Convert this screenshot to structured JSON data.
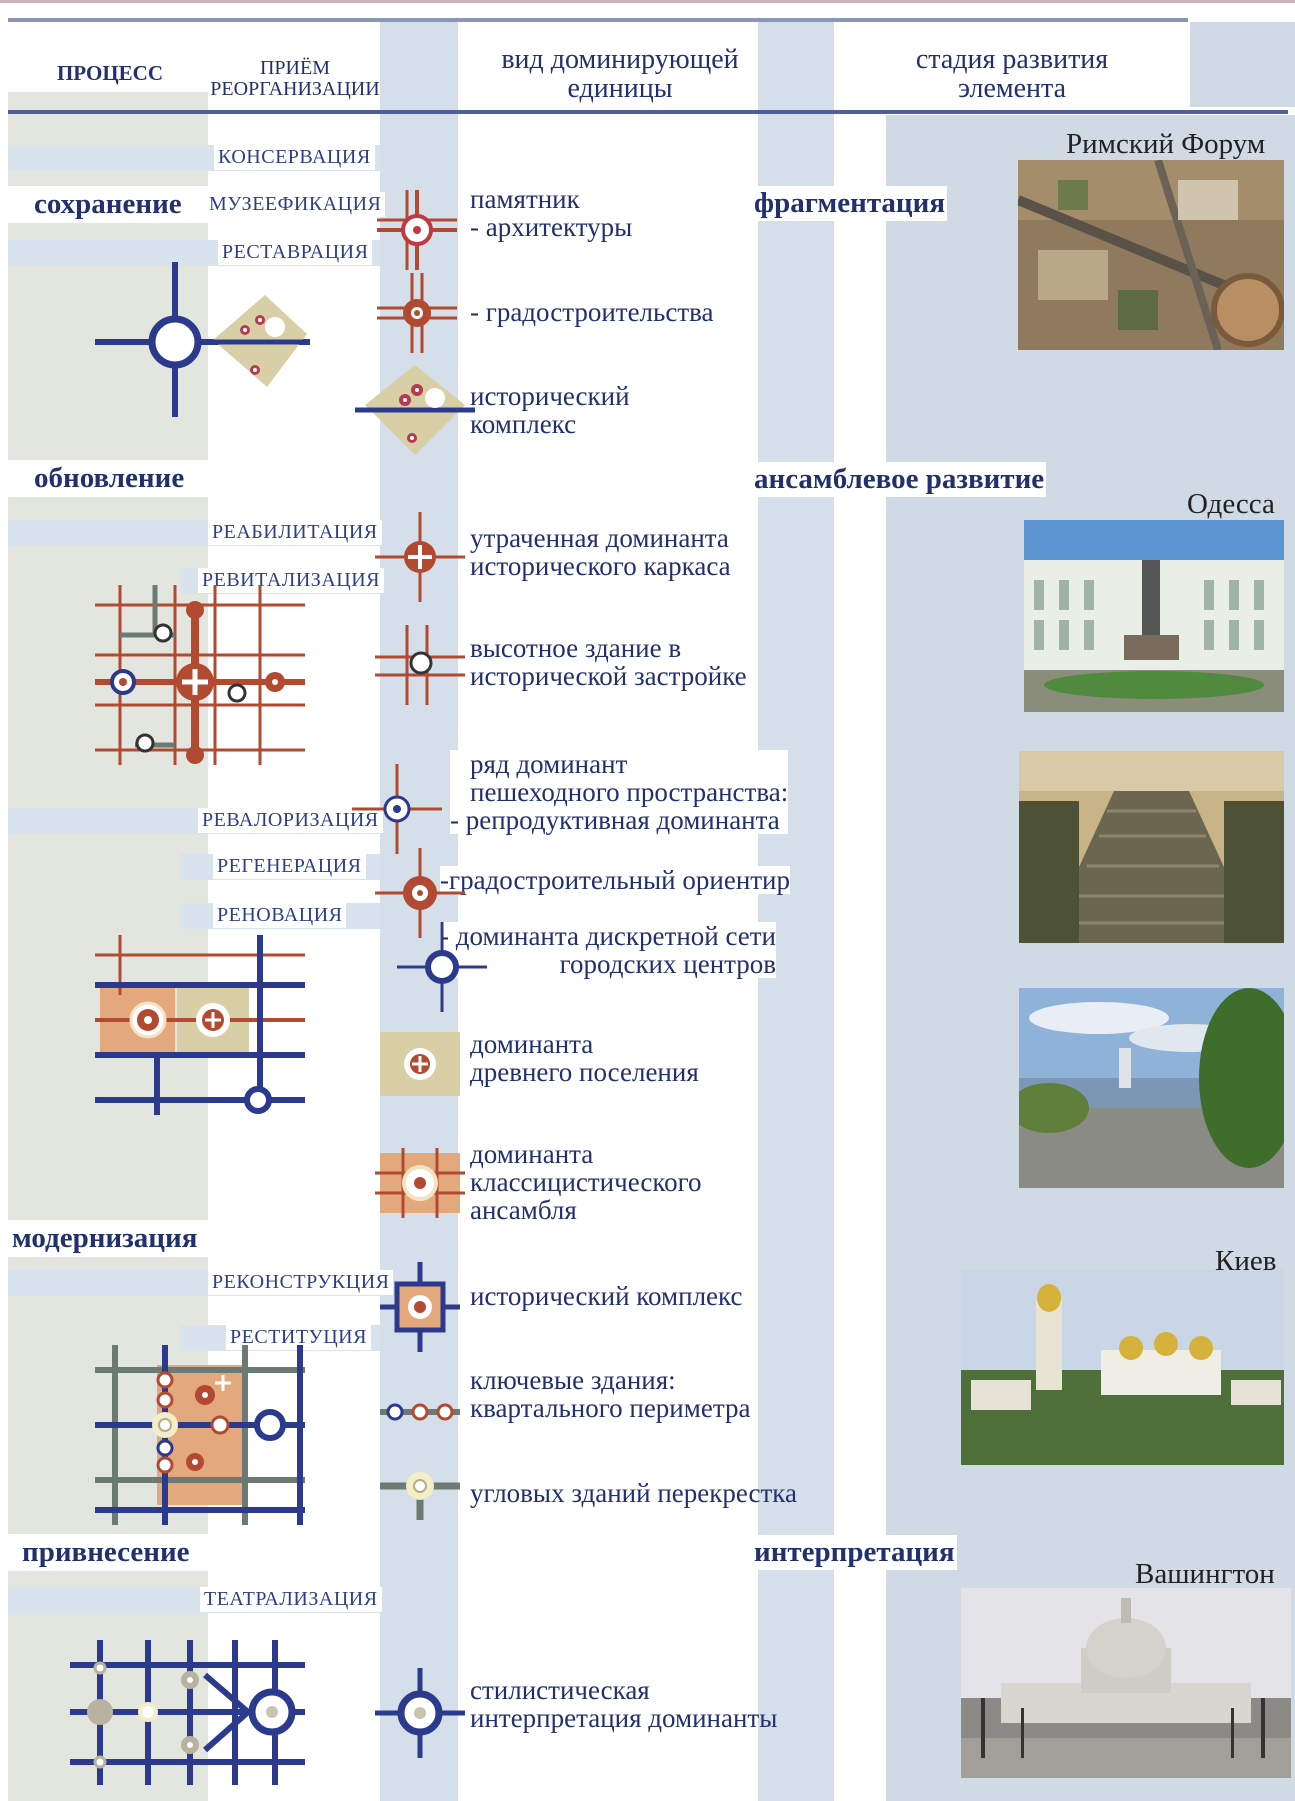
{
  "header": {
    "process": "ПРОЦЕСС",
    "technique_l1": "ПРИЁМ",
    "technique_l2": "РЕОРГАНИЗАЦИИ",
    "dominant_l1": "вид доминирующей",
    "dominant_l2": "единицы",
    "stage_l1": "стадия развития",
    "stage_l2": "элемента"
  },
  "processes": {
    "p1": "сохранение",
    "p2": "обновление",
    "p3": "модернизация",
    "p4": "привнесение"
  },
  "techniques": {
    "t1": "КОНСЕРВАЦИЯ",
    "t2": "МУЗЕЕФИКАЦИЯ",
    "t3": "РЕСТАВРАЦИЯ",
    "t4": "РЕАБИЛИТАЦИЯ",
    "t5": "РЕВИТАЛИЗАЦИЯ",
    "t6": "РЕВАЛОРИЗАЦИЯ",
    "t7": "РЕГЕНЕРАЦИЯ",
    "t8": "РЕНОВАЦИЯ",
    "t9": "РЕКОНСТРУКЦИЯ",
    "t10": "РЕСТИТУЦИЯ",
    "t11": "ТЕАТРАЛИЗАЦИЯ"
  },
  "dominants": {
    "d1_l1": "памятник",
    "d1_l2": "- архитектуры",
    "d2": "- градостроительства",
    "d3_l1": "исторический",
    "d3_l2": "комплекс",
    "d4_l1": "утраченная доминанта",
    "d4_l2": "исторического каркаса",
    "d5_l1": "высотное  здание в",
    "d5_l2": "исторической застройке",
    "d6_l1": "ряд доминант",
    "d6_l2": "пешеходного пространства:",
    "d6_l3": "- репродуктивная доминанта",
    "d7": "-градостроительный ориентир",
    "d8_l1": "- доминанта дискретной сети",
    "d8_l2": "городских центров",
    "d9_l1": "доминанта",
    "d9_l2": "древнего поселения",
    "d10_l1": "доминанта",
    "d10_l2": "классицистического",
    "d10_l3": "ансамбля",
    "d11": "исторический комплекс",
    "d12_l1": "ключевые здания:",
    "d12_l2": "квартального периметра",
    "d13": "угловых зданий перекрестка",
    "d14_l1": "стилистическая",
    "d14_l2": "интерпретация доминанты"
  },
  "stages": {
    "s1": "фрагментация",
    "s2": "ансамблевое развитие",
    "s3": "интерпретация"
  },
  "cities": {
    "c1": "Римский Форум",
    "c2": "Одесса",
    "c3": "Киев",
    "c4": "Вашингтон"
  },
  "colors": {
    "navy": "#2b3a8c",
    "rust": "#b24a32",
    "band_light": "#d8e3ee",
    "band_gray": "#e3e6df",
    "panel_right": "#d0dae4",
    "tan": "#d9cfa6",
    "orange": "#e3a97c"
  }
}
